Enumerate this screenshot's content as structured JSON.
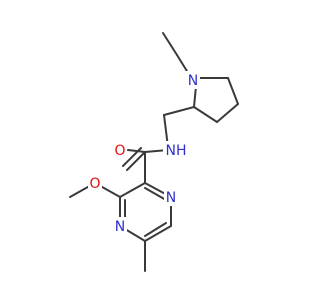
{
  "molecule": {
    "atoms": [
      {
        "id": "N_pyrrolidine",
        "label": "N",
        "color": "#2f2fcf"
      },
      {
        "id": "N_amide",
        "label": "NH",
        "color": "#2f2fcf"
      },
      {
        "id": "O_carbonyl",
        "label": "O",
        "color": "#e01010"
      },
      {
        "id": "O_methoxy",
        "label": "O",
        "color": "#e01010"
      },
      {
        "id": "N_ring_right",
        "label": "N",
        "color": "#2f2fcf"
      },
      {
        "id": "N_ring_left",
        "label": "N",
        "color": "#2f2fcf"
      }
    ],
    "bond_color": "#3a3a3a"
  }
}
